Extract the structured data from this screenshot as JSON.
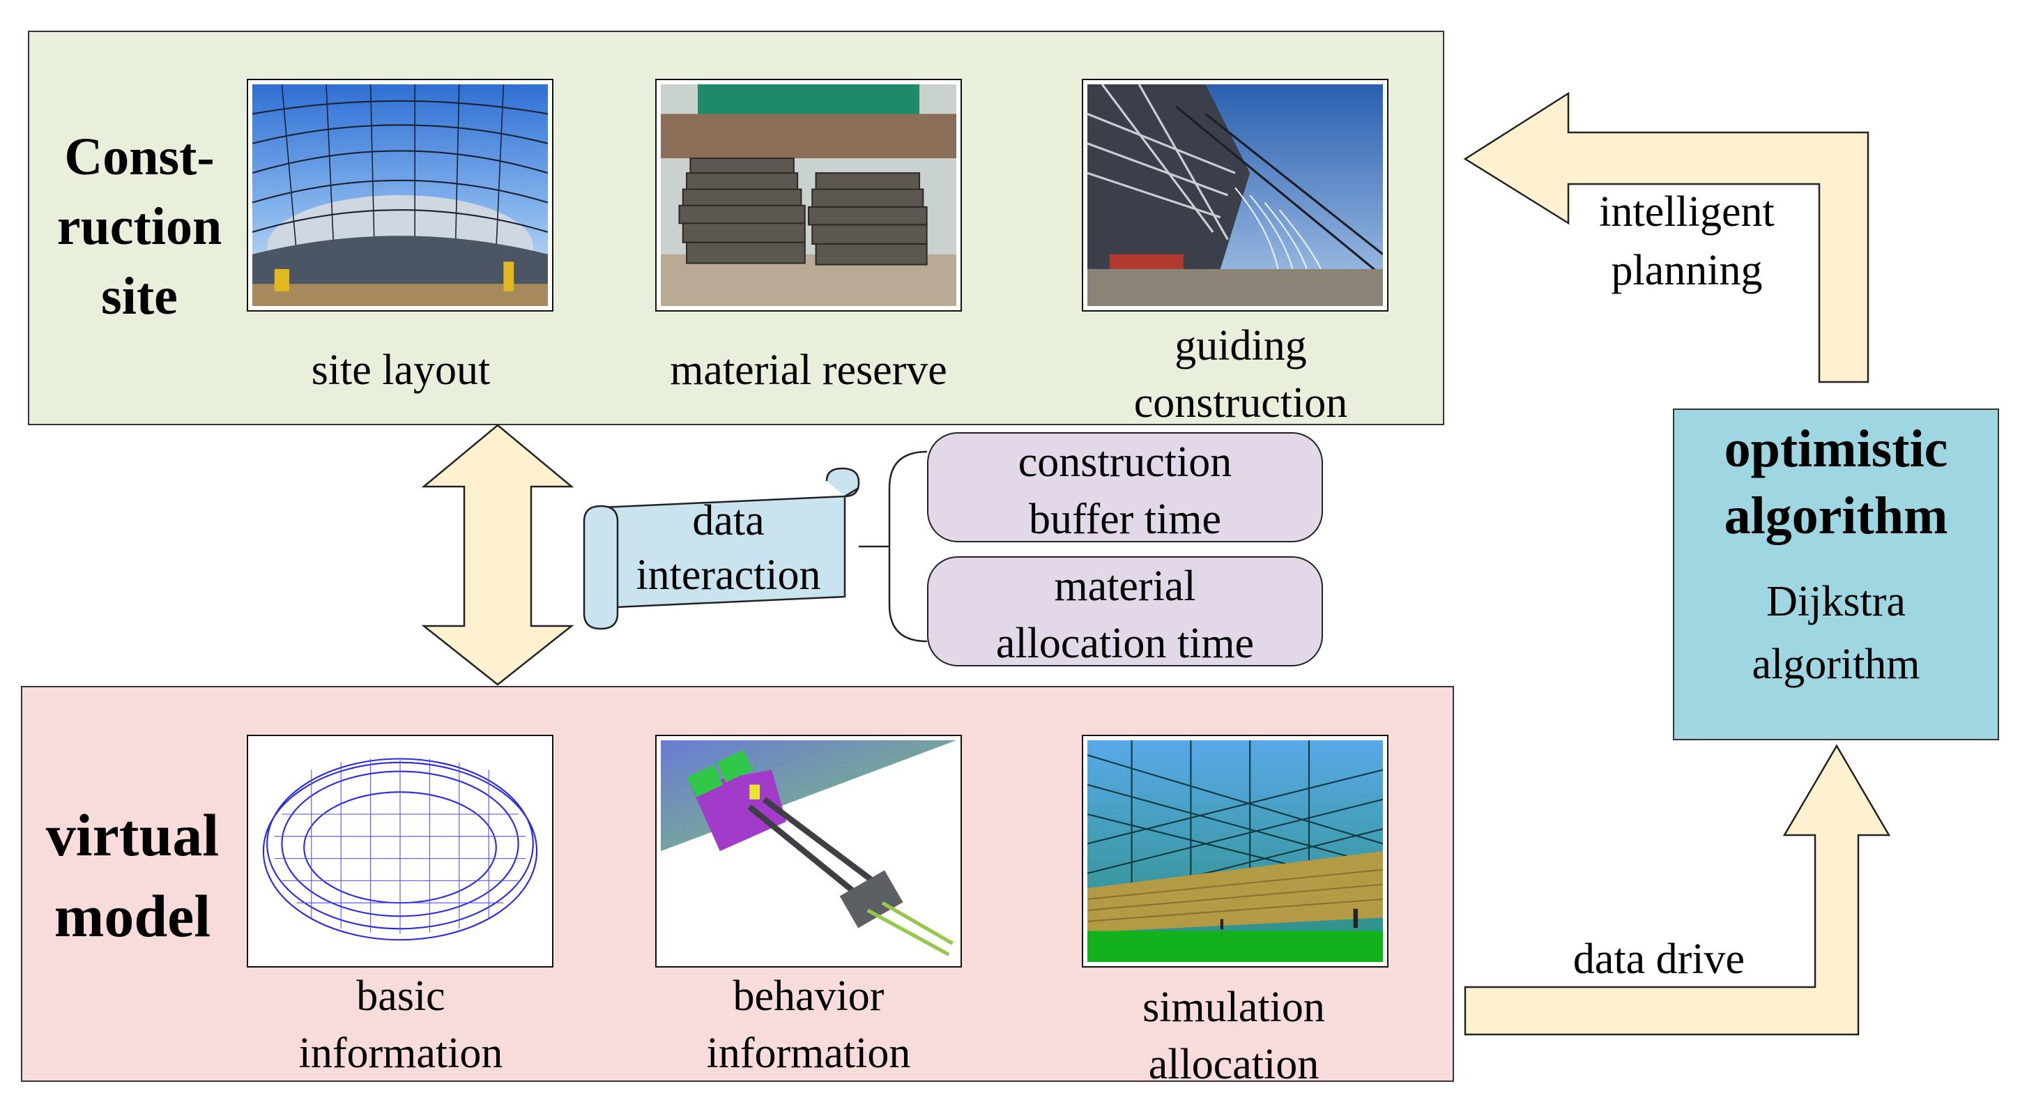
{
  "construction_site": {
    "title_line1": "Const-",
    "title_line2": "ruction",
    "title_line3": "site",
    "items": [
      {
        "caption": "site layout"
      },
      {
        "caption": "material reserve"
      },
      {
        "caption_line1": "guiding",
        "caption_line2": "construction"
      }
    ],
    "color": "#e8f0dc"
  },
  "virtual_model": {
    "title_line1": "virtual",
    "title_line2": "model",
    "items": [
      {
        "caption_line1": "basic",
        "caption_line2": "information"
      },
      {
        "caption_line1": "behavior",
        "caption_line2": "information"
      },
      {
        "caption_line1": "simulation",
        "caption_line2": "allocation"
      }
    ],
    "color": "#f8dcdc"
  },
  "data_interaction": {
    "label_line1": "data",
    "label_line2": "interaction",
    "branches": [
      {
        "line1": "construction",
        "line2": "buffer time"
      },
      {
        "line1": "material",
        "line2": "allocation time"
      }
    ]
  },
  "optimistic": {
    "title_line1": "optimistic",
    "title_line2": "algorithm",
    "sub_line1": "Dijkstra",
    "sub_line2": "algorithm",
    "color": "#9ed6e2"
  },
  "arrows": {
    "intelligent_line1": "intelligent",
    "intelligent_line2": "planning",
    "data_drive": "data drive",
    "fill": "#fdf1cf"
  }
}
